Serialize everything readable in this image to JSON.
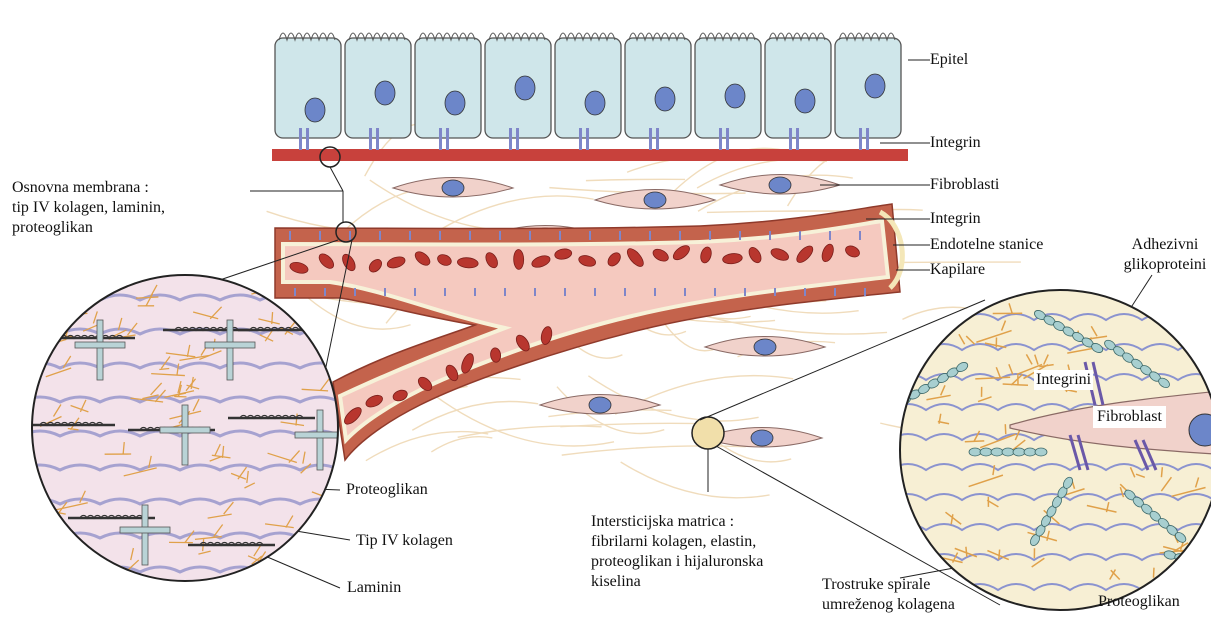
{
  "labels": {
    "epithelium": "Epitel",
    "integrin_top": "Integrin",
    "fibroblasts": "Fibroblasti",
    "integrin_capillary": "Integrin",
    "endothelial": "Endotelne stanice",
    "capillary": "Kapilare",
    "basement_membrane": [
      "Osnovna membrana :",
      "tip IV kolagen, laminin,",
      "proteoglikan"
    ],
    "adhesive_glyco": [
      "Adhezivni",
      "glikoproteini"
    ],
    "integrins_zoom": "Integrini",
    "fibroblast_zoom": "Fibroblast",
    "proteoglycan_left": "Proteoglikan",
    "collagen_iv": "Tip IV kolagen",
    "laminin": "Laminin",
    "interstitial": [
      "Intersticijska matrica :",
      "fibrilarni kolagen, elastin,",
      "proteoglikan i hijaluronska",
      "kiselina"
    ],
    "triple_helix": [
      "Trostruke spirale",
      "umreženog kolagena"
    ],
    "proteoglycan_right": "Proteoglikan"
  },
  "colors": {
    "epithelial_cell": "#cfe6ea",
    "nucleus": "#6c86c9",
    "basement_band": "#c8413c",
    "vessel_wall": "#c4634c",
    "vessel_lumen": "#f5c9bf",
    "rbc": "#b8362e",
    "fibroblast": "#f1d2cb",
    "matrix_fiber": "#f0dcbc",
    "circle_left_bg": "#f3e2ea",
    "circle_right_bg": "#f7efd4",
    "proteoglycan": "#e0a14a",
    "integrin": "#7f86c9"
  }
}
